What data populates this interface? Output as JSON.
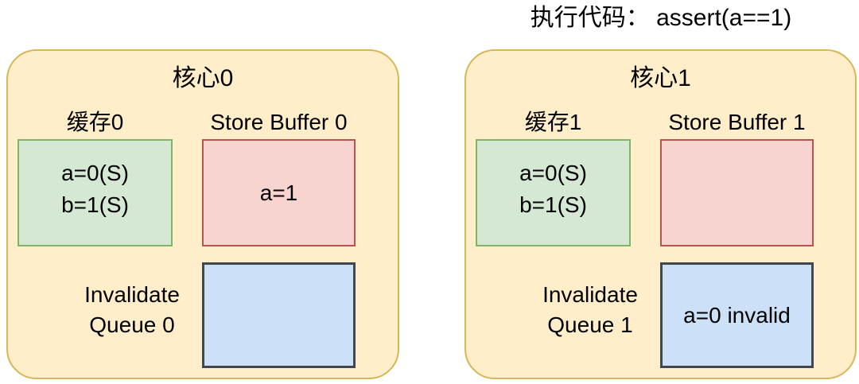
{
  "header": {
    "exec_code": "执行代码： assert(a==1)"
  },
  "colors": {
    "container_fill": "#ffeec9",
    "container_border": "#d6b656",
    "cache_fill": "#d5e8d4",
    "cache_border": "#82b366",
    "store_buffer_fill": "#f8d4d0",
    "store_buffer_border": "#b85450",
    "invalidate_queue_fill": "#cce1f8",
    "invalidate_queue_border": "#40464e",
    "text": "#000000"
  },
  "cores": [
    {
      "title": "核心0",
      "cache_label": "缓存0",
      "cache_lines": [
        "a=0(S)",
        "b=1(S)"
      ],
      "store_buffer_label": "Store Buffer 0",
      "store_buffer_entry": "a=1",
      "invalidate_queue_label_line1": "Invalidate",
      "invalidate_queue_label_line2": "Queue 0",
      "invalidate_queue_entry": ""
    },
    {
      "title": "核心1",
      "cache_label": "缓存1",
      "cache_lines": [
        "a=0(S)",
        "b=1(S)"
      ],
      "store_buffer_label": "Store Buffer 1",
      "store_buffer_entry": "",
      "invalidate_queue_label_line1": "Invalidate",
      "invalidate_queue_label_line2": "Queue 1",
      "invalidate_queue_entry": "a=0 invalid"
    }
  ]
}
